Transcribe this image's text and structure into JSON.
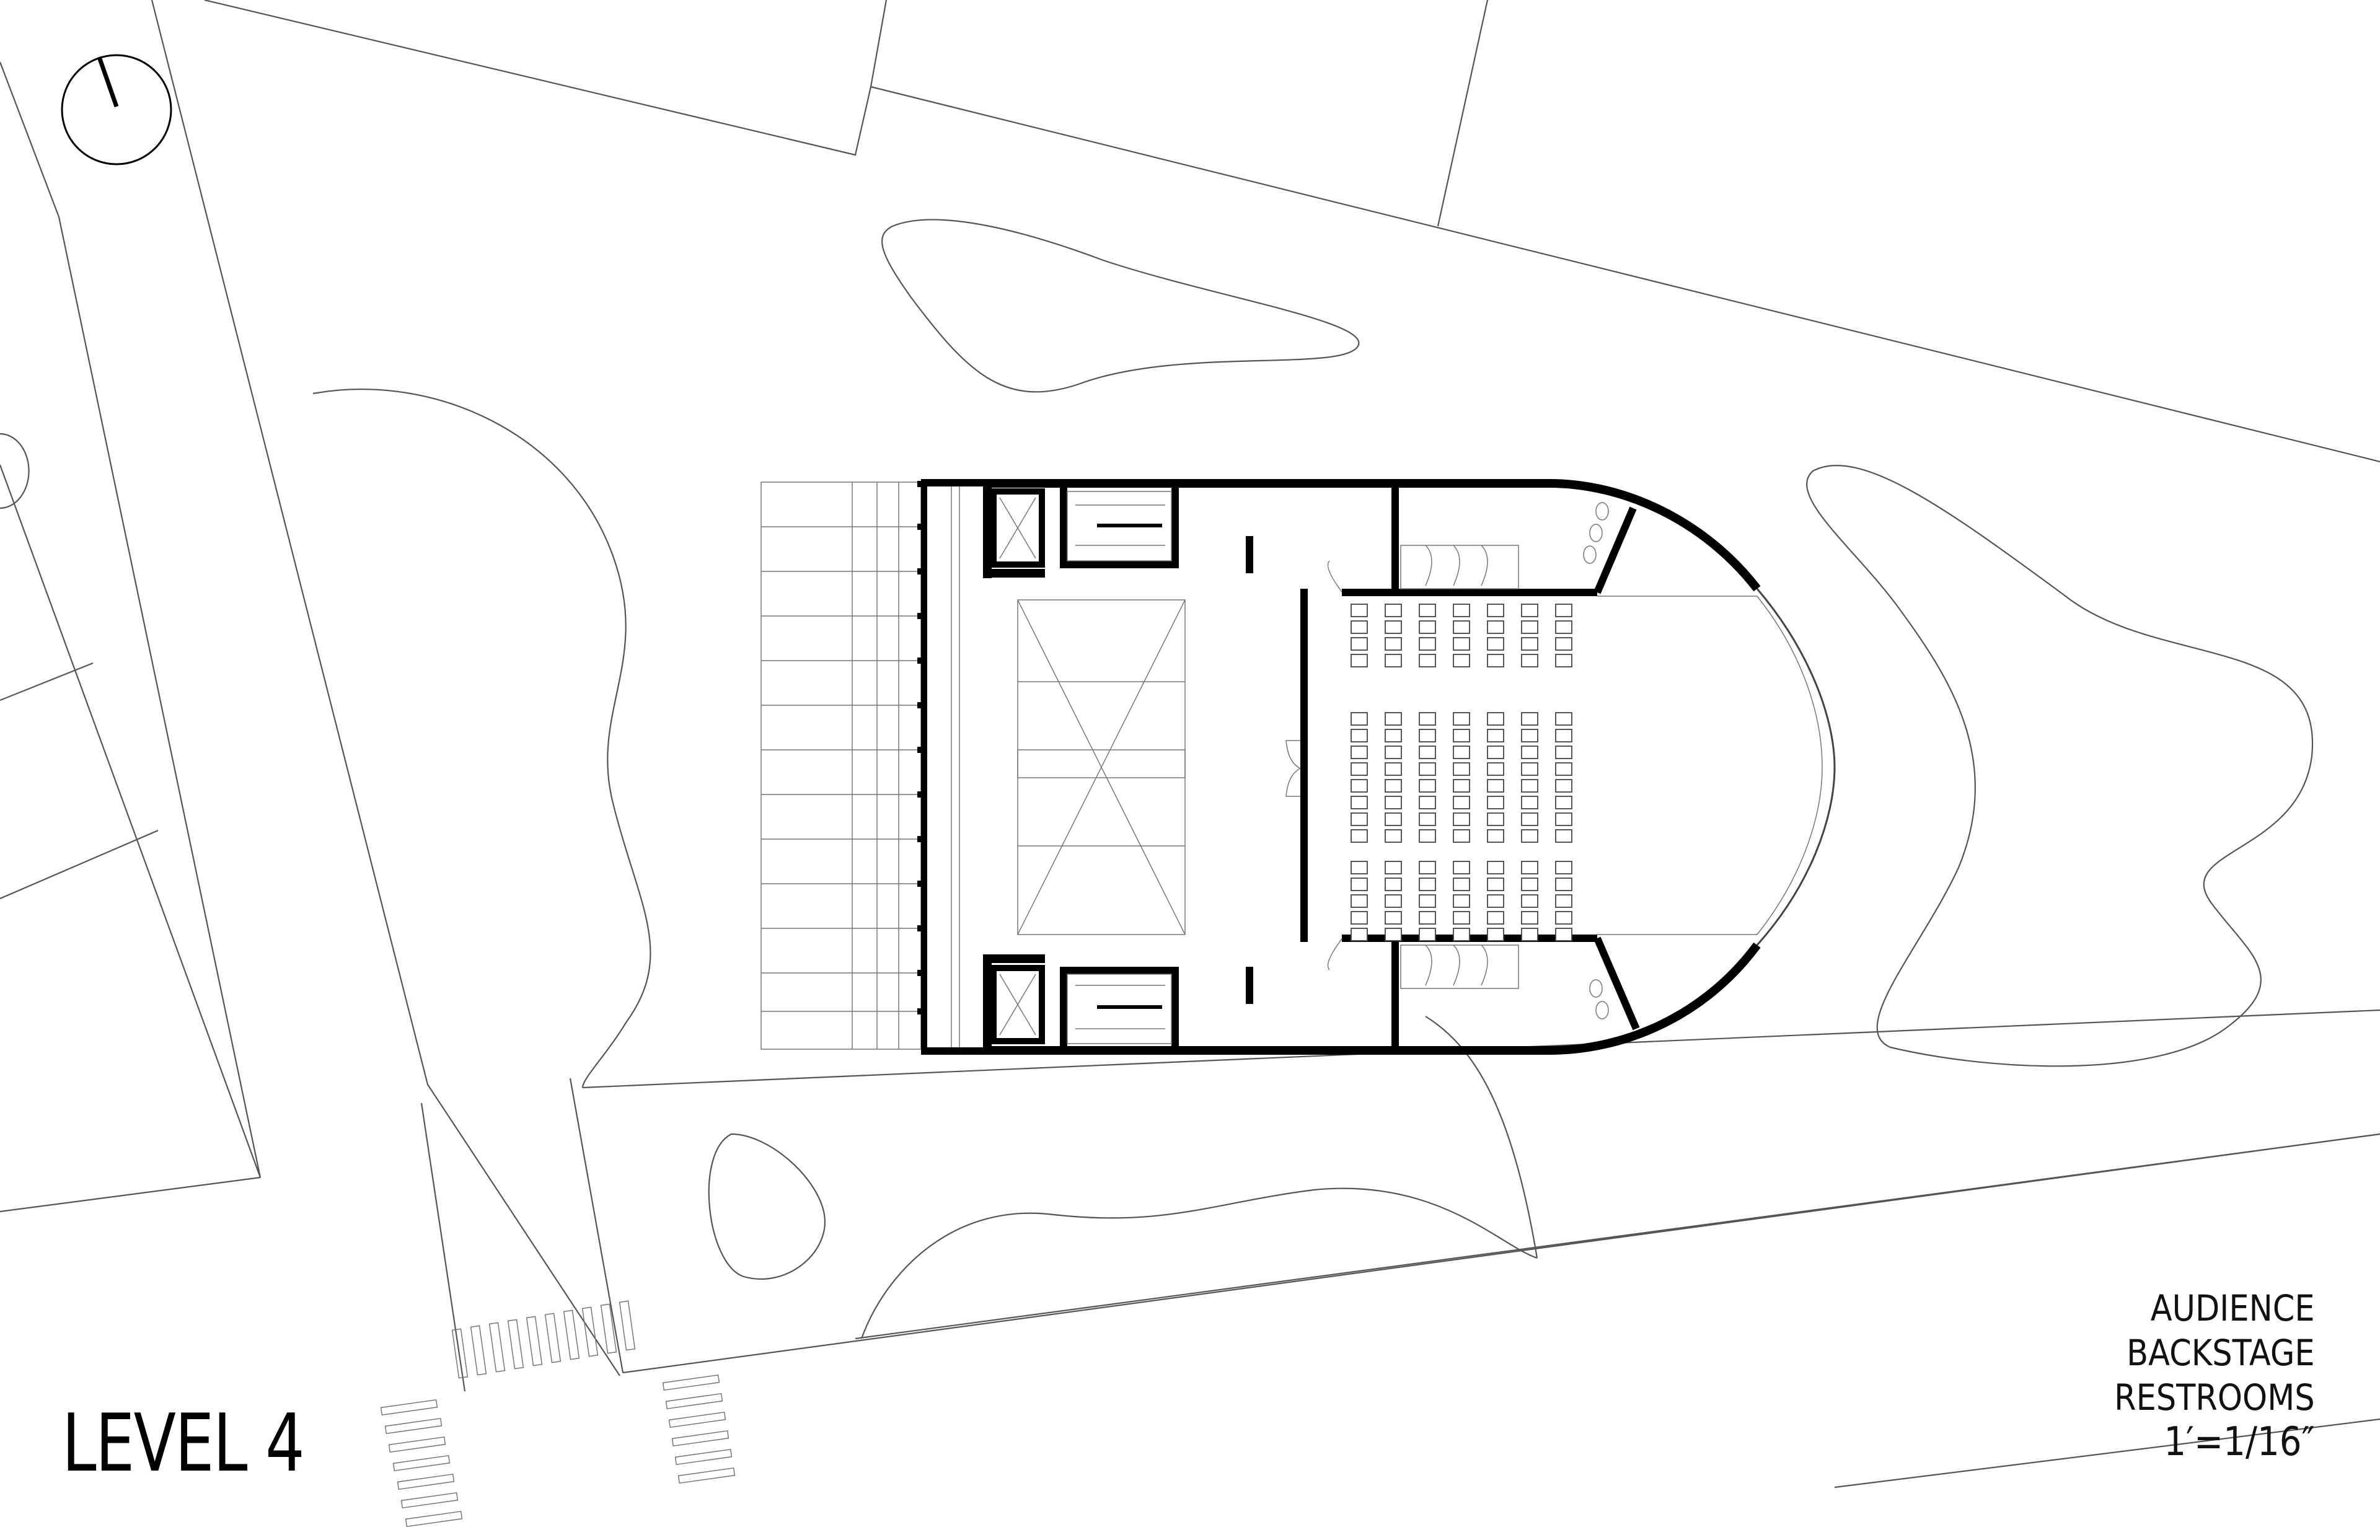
{
  "drawing": {
    "level_label": "LEVEL 4",
    "legend": [
      "AUDIENCE",
      "BACKSTAGE",
      "RESTROOMS"
    ],
    "scale": "1′=1/16″"
  },
  "icons": {
    "north_arrow": "north-arrow-icon"
  }
}
